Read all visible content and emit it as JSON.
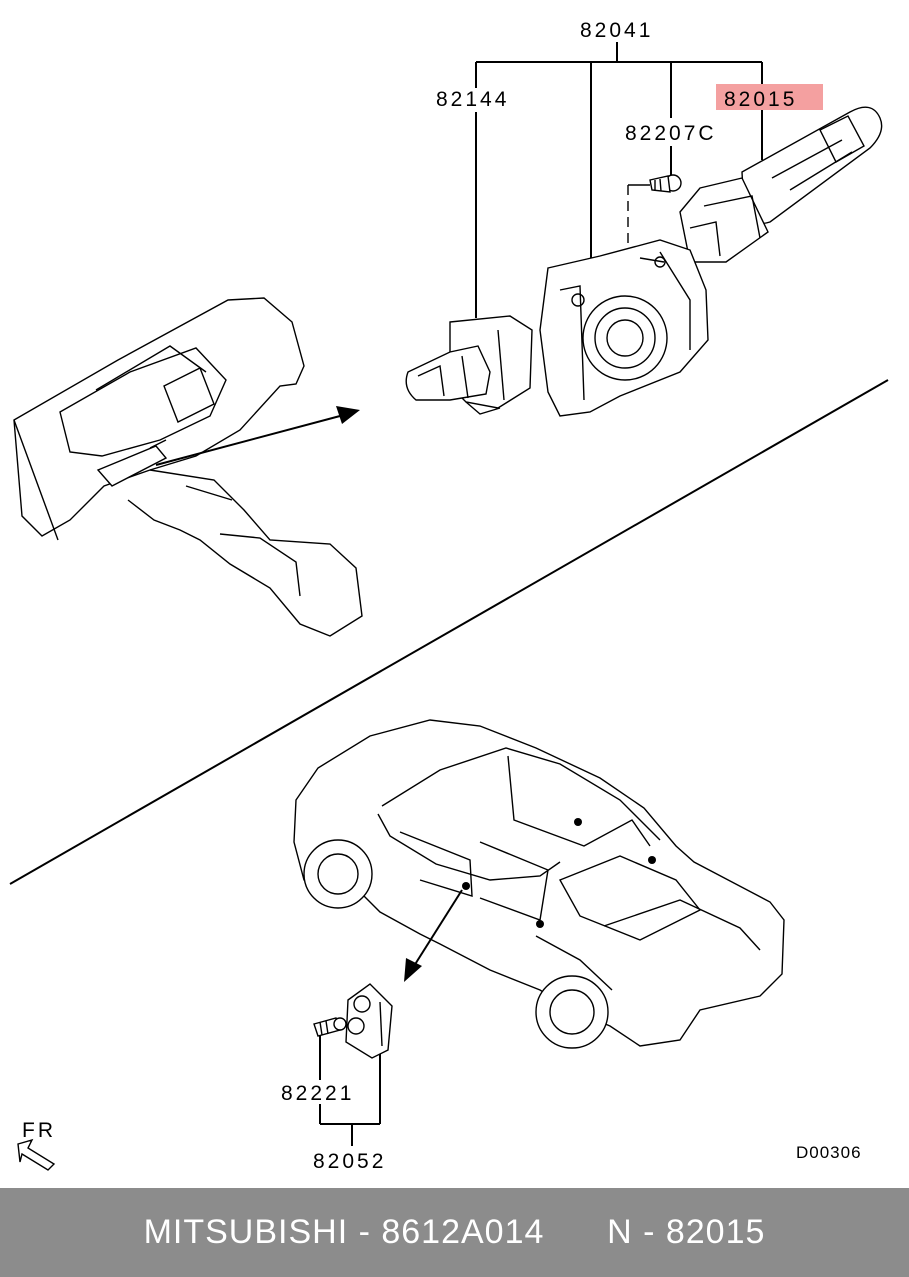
{
  "labels": {
    "assembly": "82041",
    "lighting_switch": "82144",
    "screw_top": "82207C",
    "wiper_switch": "82015",
    "screw_bottom": "82221",
    "door_switch": "82052",
    "direction": "FR",
    "diagram_code": "D00306"
  },
  "highlight_color": "#f4a0a0",
  "footer": {
    "text": "MITSUBISHI - 8612A014      N - 82015",
    "background": "#8c8c8c"
  }
}
